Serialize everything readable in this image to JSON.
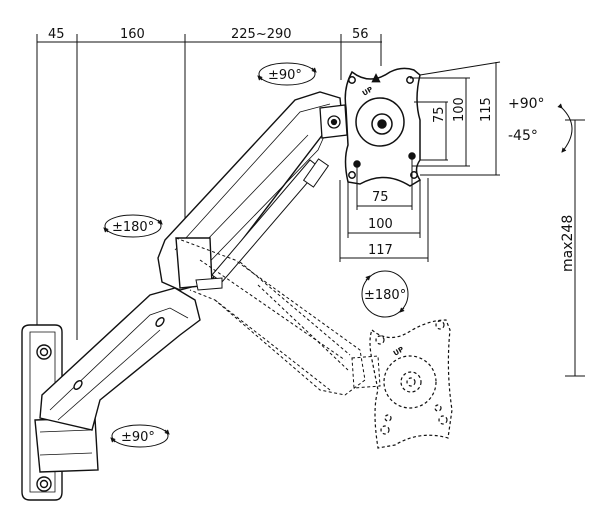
{
  "dimensions": {
    "top": [
      "45",
      "160",
      "225~290",
      "56"
    ],
    "vesa_vertical": [
      "75",
      "100",
      "115"
    ],
    "vesa_horizontal": [
      "75",
      "100",
      "117"
    ],
    "height_travel": "max248"
  },
  "rotations": {
    "top_swivel": "±90°",
    "tilt_up": "+90°",
    "tilt_down": "-45°",
    "mid_joint": "±180°",
    "plate_rotation": "±180°",
    "base_swivel": "±90°"
  },
  "plate_marks": {
    "up_solid": "UP",
    "up_ghost": "UP"
  }
}
